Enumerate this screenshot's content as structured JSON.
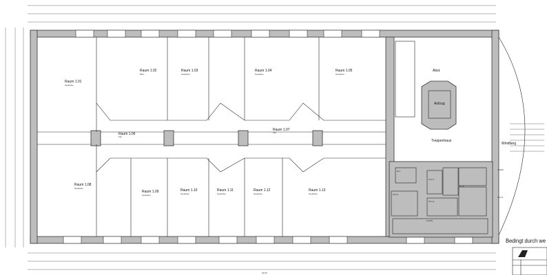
{
  "plan": {
    "rooms_top": [
      {
        "label": "Raum 1.01",
        "sub": "Teeküche"
      },
      {
        "label": "Raum 1.02",
        "sub": "Büro"
      },
      {
        "label": "Raum 1.03",
        "sub": "Teeküche"
      },
      {
        "label": "Raum 1.04",
        "sub": "Teeküche"
      },
      {
        "label": "Raum 1.05",
        "sub": "Teeküche"
      }
    ],
    "corridors": [
      {
        "label": "Raum 1.06",
        "sub": "Flur"
      },
      {
        "label": "Raum 1.07",
        "sub": "Flur"
      }
    ],
    "rooms_bottom": [
      {
        "label": "Raum 1.08",
        "sub": "Teeküche"
      },
      {
        "label": "Raum 1.09",
        "sub": "Teeküche"
      },
      {
        "label": "Raum 1.10",
        "sub": "Teeküche"
      },
      {
        "label": "Raum 1.11",
        "sub": "Teeküche"
      },
      {
        "label": "Raum 1.12",
        "sub": "Teeküche"
      },
      {
        "label": "Raum 1.13",
        "sub": "Teeküche"
      }
    ],
    "core": {
      "elevator": "Aufzug",
      "stair": "Treppenhaus",
      "shaft": "Abst.",
      "vestibule": "Windfang",
      "wc_labels": [
        "ELT",
        "PUTZ",
        "WC-H",
        "WC-D",
        "WC-B",
        "LAGER",
        "VORR.",
        "WC-D"
      ]
    },
    "overall_dimension": "30,50",
    "note": "Bedingt durch we"
  }
}
